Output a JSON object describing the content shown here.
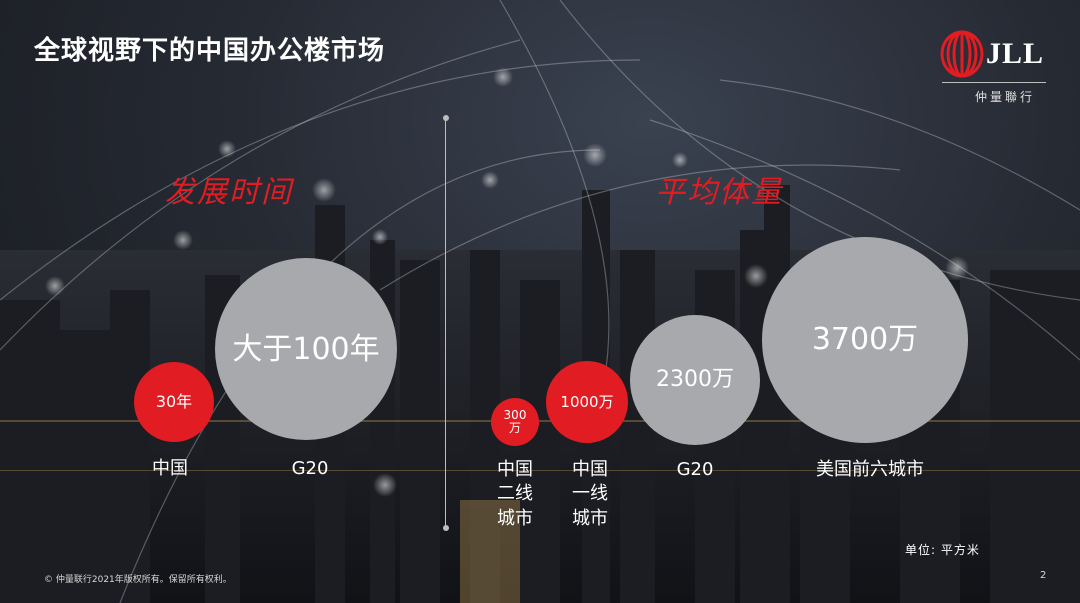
{
  "slide": {
    "title": "全球视野下的中国办公楼市场",
    "logo": {
      "name": "JLL",
      "subtitle": "仲量聯行",
      "logo_color": "#e21c23"
    },
    "section_left": {
      "heading": "发展时间",
      "bubbles": [
        {
          "value": "30年",
          "label": "中国",
          "color": "#e21c23"
        },
        {
          "value": "大于100年",
          "label": "G20",
          "color": "#a8a9ad"
        }
      ]
    },
    "section_right": {
      "heading": "平均体量",
      "bubbles": [
        {
          "value": "300\n万",
          "label": "中国\n二线\n城市",
          "color": "#e21c23"
        },
        {
          "value": "1000万",
          "label": "中国\n一线\n城市",
          "color": "#e21c23"
        },
        {
          "value": "2300万",
          "label": "G20",
          "color": "#a8a9ad"
        },
        {
          "value": "3700万",
          "label": "美国前六城市",
          "color": "#a8a9ad"
        }
      ],
      "unit_note": "单位:  平方米"
    },
    "footer": {
      "copyright": "© 仲量联行2021年版权所有。保留所有权利。",
      "page_number": "2"
    }
  }
}
